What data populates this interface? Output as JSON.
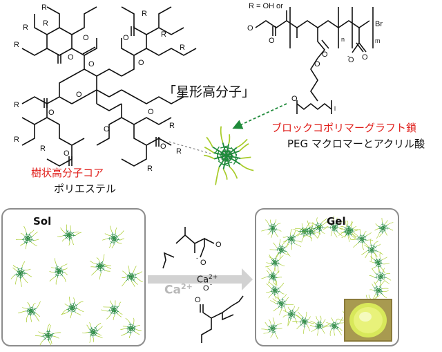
{
  "colors": {
    "dark_green": "#1f8a3a",
    "light_green": "#a8cc2a",
    "core_gray": "#c8c8c8",
    "red_label": "#e0201c",
    "panel_border": "#8c8c8c",
    "arrow_gray": "#d2d2d2"
  },
  "labels": {
    "r_definition": "R = OH   or",
    "star_polymer": "「星形高分子」",
    "block_graft_chain": "ブロックコポリマーグラフト鎖",
    "peg_acrylic": "PEG マクロマーとアクリル酸",
    "dendritic_core": "樹状高分子コア",
    "polyester": "ポリエステル",
    "sol": "Sol",
    "gel": "Gel",
    "ca_upper": "Ca",
    "ca_upper_charge": "2+",
    "ca_lower": "Ca",
    "ca_lower_charge": "2+",
    "r_group": "R",
    "br": "Br",
    "sub_n": "n",
    "sub_m": "m",
    "sub_l": "l",
    "carboxylate_o_top": "O",
    "carboxylate_charge_top": "-",
    "carboxylate_o_bottom": "O",
    "carboxylate_charge_bottom": "-",
    "oxygen": "O"
  }
}
